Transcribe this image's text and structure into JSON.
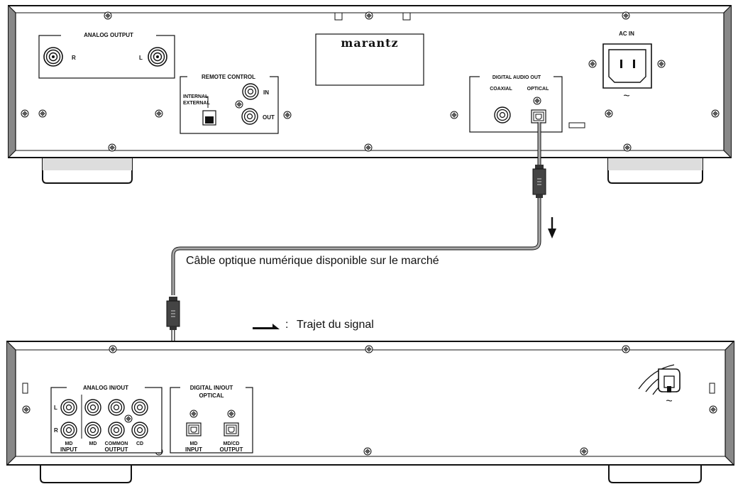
{
  "top_unit": {
    "brand": "marantz",
    "analog_output": {
      "title": "ANALOG OUTPUT",
      "right": "R",
      "left": "L"
    },
    "remote_control": {
      "title": "REMOTE CONTROL",
      "internal": "INTERNAL",
      "external": "EXTERNAL",
      "in": "IN",
      "out": "OUT"
    },
    "digital_audio_out": {
      "title": "DIGITAL AUDIO OUT",
      "coaxial": "COAXIAL",
      "optical": "OPTICAL"
    },
    "ac_in": {
      "title": "AC IN",
      "symbol": "~"
    }
  },
  "cable_label": "Câble optique numérique disponible sur le marché",
  "legend": {
    "separator": ":",
    "text": "Trajet du signal"
  },
  "bottom_unit": {
    "analog_inout": {
      "title": "ANALOG IN/OUT",
      "left": "L",
      "right": "R",
      "md_input": "MD",
      "input": "INPUT",
      "md_output": "MD",
      "common": "COMMON",
      "cd": "CD",
      "output": "OUTPUT"
    },
    "digital_inout": {
      "title_1": "DIGITAL IN/OUT",
      "title_2": "OPTICAL",
      "md": "MD",
      "input": "INPUT",
      "mdcd": "MD/CD",
      "output": "OUTPUT"
    },
    "power_symbol": "~"
  }
}
